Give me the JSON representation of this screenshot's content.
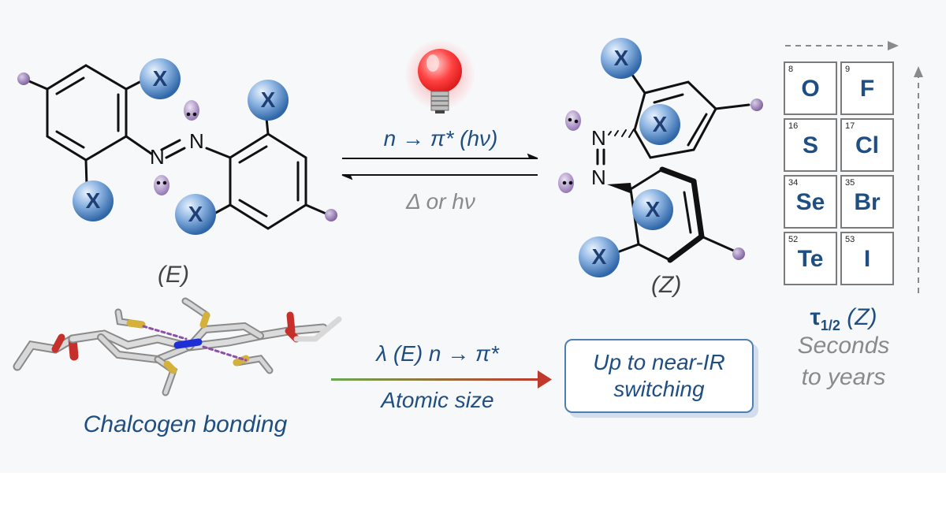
{
  "labels": {
    "sub_x": "X",
    "n_atom": "N",
    "e_isomer": "(E)",
    "z_isomer": "(Z)",
    "forward": "n → π* (hν)",
    "reverse": "Δ or hν",
    "wavelength": "λ (E) n → π*",
    "atomic_size": "Atomic size",
    "chalcogen": "Chalcogen bonding",
    "callout_line1": "Up to near-IR",
    "callout_line2": "switching",
    "tau_symbol": "τ",
    "tau_sub": "1/2",
    "tau_z": "(Z)",
    "seconds": "Seconds",
    "to_years": "to years"
  },
  "periodic": [
    {
      "num": "8",
      "sym": "O"
    },
    {
      "num": "9",
      "sym": "F"
    },
    {
      "num": "16",
      "sym": "S"
    },
    {
      "num": "17",
      "sym": "Cl"
    },
    {
      "num": "34",
      "sym": "Se"
    },
    {
      "num": "35",
      "sym": "Br"
    },
    {
      "num": "52",
      "sym": "Te"
    },
    {
      "num": "53",
      "sym": "I"
    }
  ],
  "colors": {
    "title_blue": "#1f4e82",
    "sphere_blue": "#4f86c6",
    "lone_pair": "#a48bc0",
    "bulb_red": "#ff4a4a",
    "arrow_red": "#c0392b",
    "arrow_green": "#6aa84f",
    "sulfur": "#d4b13c",
    "oxygen": "#d9362b",
    "nitrogen": "#1e2fd6"
  }
}
